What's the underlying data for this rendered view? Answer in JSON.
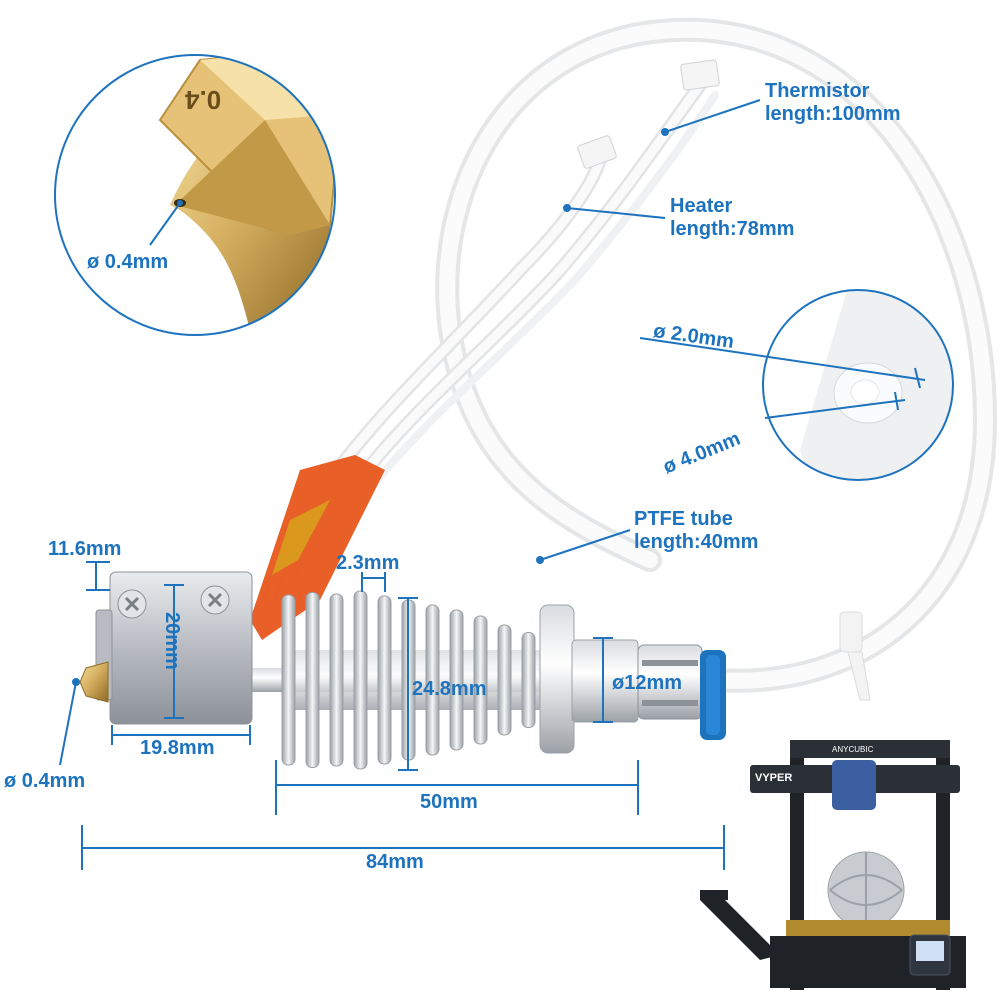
{
  "colors": {
    "accent": "#1e73be",
    "brass": "#c9a24a",
    "aluminium": "#c8ccd1",
    "ptfe": "#f4f5f6",
    "printer_frame": "#1f2328"
  },
  "nozzle_callout": {
    "nozzle_marking": "0.4",
    "diameter": "ø 0.4mm"
  },
  "cables": {
    "thermistor": [
      "Thermistor",
      "length:100mm"
    ],
    "heater": [
      "Heater",
      "length:78mm"
    ]
  },
  "tube_callout": {
    "inner_diameter": "ø 2.0mm",
    "outer_diameter": "ø 4.0mm",
    "tube": [
      "PTFE tube",
      "length:40mm"
    ]
  },
  "dimensions": {
    "block_offset": "11.6mm",
    "fin_gap": "2.3mm",
    "block_height": "20mm",
    "heatsink_dia": "24.8mm",
    "throat_dia": "ø12mm",
    "block_width": "19.8mm",
    "nozzle_dia": "ø 0.4mm",
    "heatsink_length": "50mm",
    "total_length": "84mm"
  },
  "printer": {
    "brand": "ANYCUBIC",
    "model": "VYPER"
  }
}
